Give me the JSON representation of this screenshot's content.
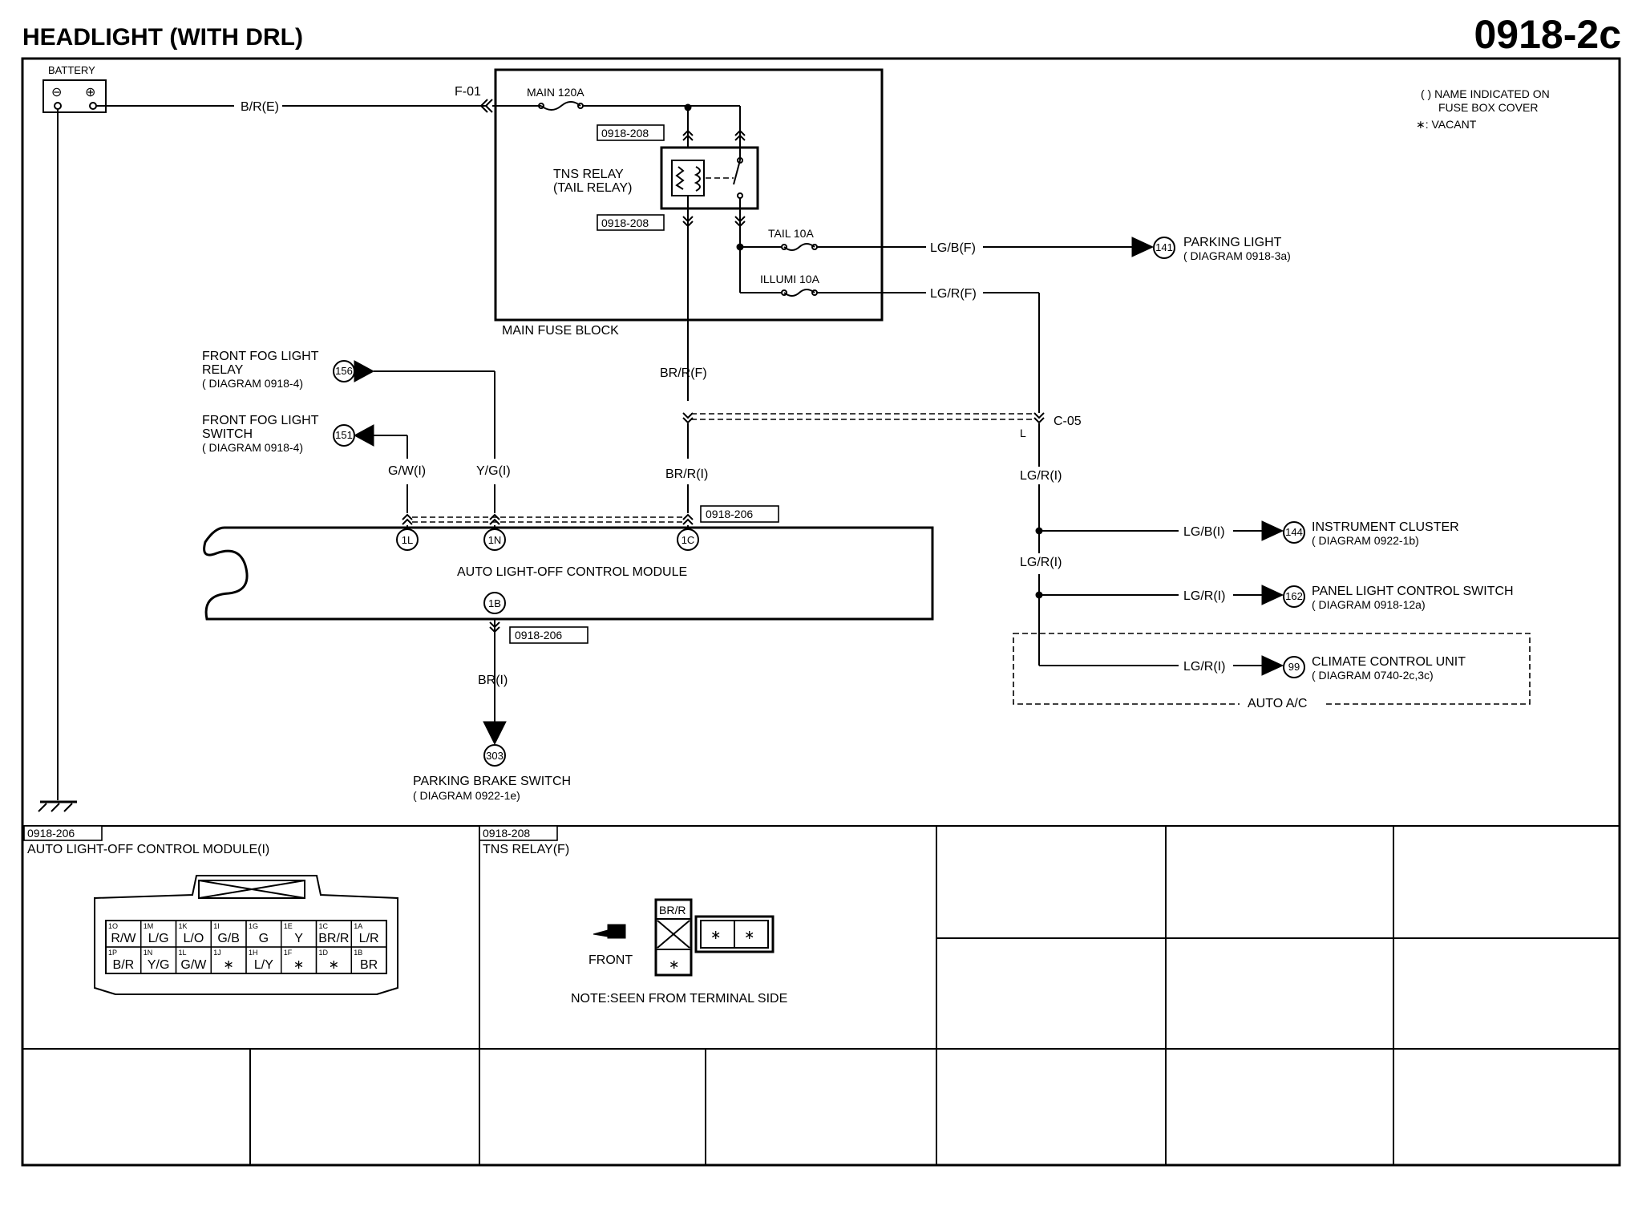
{
  "header": {
    "title": "HEADLIGHT (WITH DRL)",
    "code": "0918-2c"
  },
  "notes": {
    "line1": "( ) NAME INDICATED ON",
    "line2": "FUSE BOX COVER",
    "line3": "∗: VACANT"
  },
  "battery": {
    "label": "BATTERY",
    "minus": "⊖",
    "plus": "⊕"
  },
  "wires": {
    "b_r_e": "B/R(E)",
    "f01": "F-01",
    "br_r_f": "BR/R(F)",
    "br_r_i": "BR/R(I)",
    "g_w_i": "G/W(I)",
    "y_g_i": "Y/G(I)",
    "br_i": "BR(I)",
    "lg_b_f": "LG/B(F)",
    "lg_r_f": "LG/R(F)",
    "lg_r_i_1": "LG/R(I)",
    "lg_r_i_2": "LG/R(I)",
    "lg_b_i": "LG/B(I)",
    "lg_r_i_3": "LG/R(I)",
    "lg_r_i_4": "LG/R(I)",
    "c05": "C-05",
    "l": "L"
  },
  "fuse_block": {
    "label": "MAIN FUSE BLOCK",
    "main": "MAIN 120A",
    "tail": "TAIL 10A",
    "illumi": "ILLUMI 10A",
    "relay_line1": "TNS RELAY",
    "relay_line2": "(TAIL RELAY)",
    "ref1": "0918-208",
    "ref2": "0918-208"
  },
  "module": {
    "label": "AUTO LIGHT-OFF CONTROL MODULE",
    "ref_top": "0918-206",
    "ref_bottom": "0918-206",
    "pin_1l": "1L",
    "pin_1n": "1N",
    "pin_1c": "1C",
    "pin_1b": "1B"
  },
  "destinations": {
    "fog_relay": {
      "num": "156",
      "line1": "FRONT FOG LIGHT",
      "line2": "RELAY",
      "line3": "( DIAGRAM 0918-4)"
    },
    "fog_switch": {
      "num": "151",
      "line1": "FRONT FOG LIGHT",
      "line2": "SWITCH",
      "line3": "( DIAGRAM 0918-4)"
    },
    "parking_light": {
      "num": "141",
      "line1": "PARKING LIGHT",
      "line2": "( DIAGRAM 0918-3a)"
    },
    "instrument": {
      "num": "144",
      "line1": "INSTRUMENT CLUSTER",
      "line2": "( DIAGRAM 0922-1b)"
    },
    "panel": {
      "num": "162",
      "line1": "PANEL LIGHT CONTROL SWITCH",
      "line2": "( DIAGRAM 0918-12a)"
    },
    "climate": {
      "num": "99",
      "line1": "CLIMATE CONTROL UNIT",
      "line2": "( DIAGRAM 0740-2c,3c)"
    },
    "parking_brake": {
      "num": "303",
      "line1": "PARKING BRAKE SWITCH",
      "line2": "( DIAGRAM 0922-1e)"
    },
    "auto_ac": "AUTO A/C"
  },
  "connectors": {
    "c1": {
      "ref": "0918-206",
      "title": "AUTO LIGHT-OFF CONTROL MODULE(I)",
      "row1": [
        [
          "1O",
          "R/W"
        ],
        [
          "1M",
          "L/G"
        ],
        [
          "1K",
          "L/O"
        ],
        [
          "1I",
          "G/B"
        ],
        [
          "1G",
          "G"
        ],
        [
          "1E",
          "Y"
        ],
        [
          "1C",
          "BR/R"
        ],
        [
          "1A",
          "L/R"
        ]
      ],
      "row2": [
        [
          "1P",
          "B/R"
        ],
        [
          "1N",
          "Y/G"
        ],
        [
          "1L",
          "G/W"
        ],
        [
          "1J",
          "∗"
        ],
        [
          "1H",
          "L/Y"
        ],
        [
          "1F",
          "∗"
        ],
        [
          "1D",
          "∗"
        ],
        [
          "1B",
          "BR"
        ]
      ]
    },
    "c2": {
      "ref": "0918-208",
      "title": "TNS RELAY(F)",
      "front": "FRONT",
      "brr": "BR/R",
      "star1": "∗",
      "star2": "∗",
      "star3": "∗",
      "note": "NOTE:SEEN FROM TERMINAL SIDE"
    }
  }
}
